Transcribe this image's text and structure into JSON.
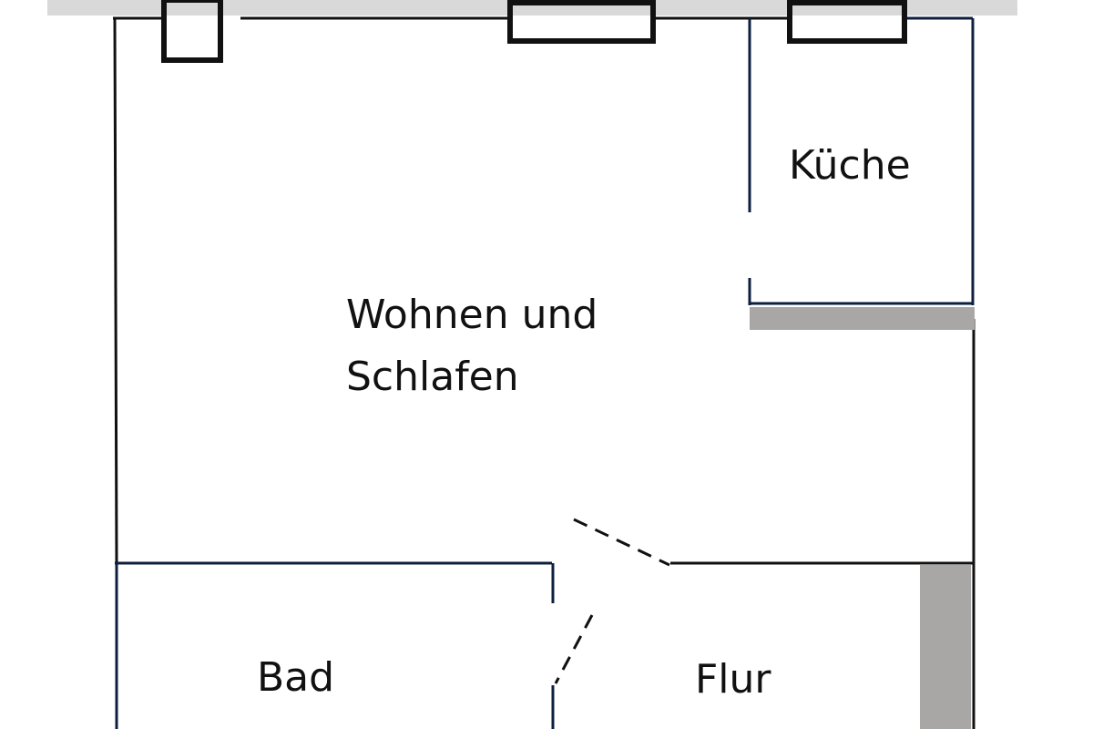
{
  "floorplan": {
    "rooms": {
      "living": {
        "line1": "Wohnen und",
        "line2": "Schlafen"
      },
      "kitchen": {
        "label": "Küche"
      },
      "bath": {
        "label": "Bad"
      },
      "hall": {
        "label": "Flur"
      }
    },
    "colors": {
      "wall": "#111111",
      "interior_wall": "#0d1f3f",
      "terrace": "#d9d9d9",
      "solid_wall": "#a9a6a6"
    }
  }
}
